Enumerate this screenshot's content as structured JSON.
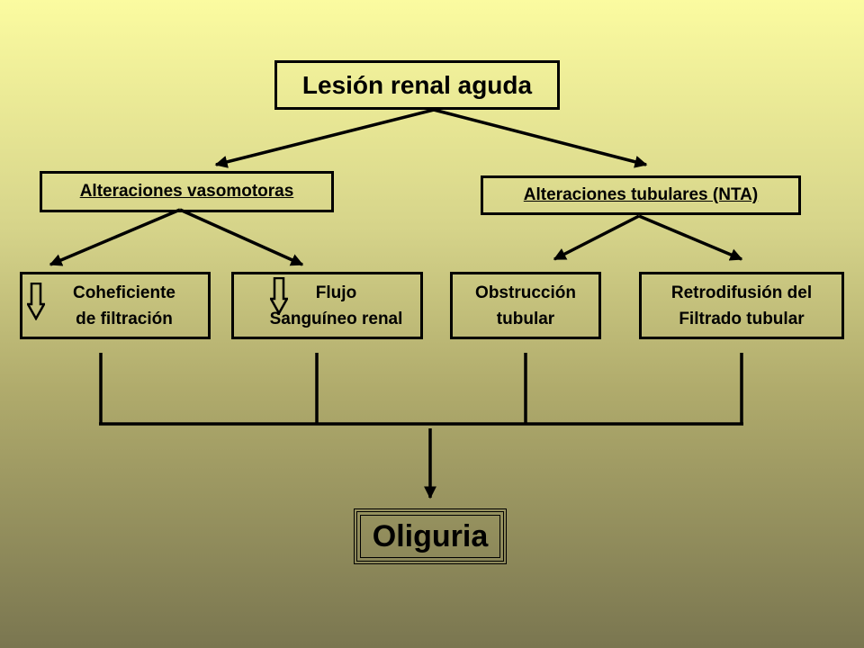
{
  "diagram": {
    "root": "Lesión renal aguda",
    "branches": [
      {
        "label": "Alteraciones vasomotoras",
        "children": [
          {
            "lines": [
              "Coheficiente",
              "de filtración"
            ],
            "decrease_arrow": true
          },
          {
            "lines": [
              "Flujo",
              "Sanguíneo renal"
            ],
            "decrease_arrow": true
          }
        ]
      },
      {
        "label": "Alteraciones tubulares (NTA)",
        "children": [
          {
            "lines": [
              "Obstrucción",
              "tubular"
            ],
            "decrease_arrow": false
          },
          {
            "lines": [
              "Retrodifusión del",
              "Filtrado tubular"
            ],
            "decrease_arrow": false
          }
        ]
      }
    ],
    "result": "Oliguria"
  },
  "colors": {
    "background_top": "#fbfba0",
    "background_bottom": "#7a7650",
    "ink": "#000000"
  }
}
